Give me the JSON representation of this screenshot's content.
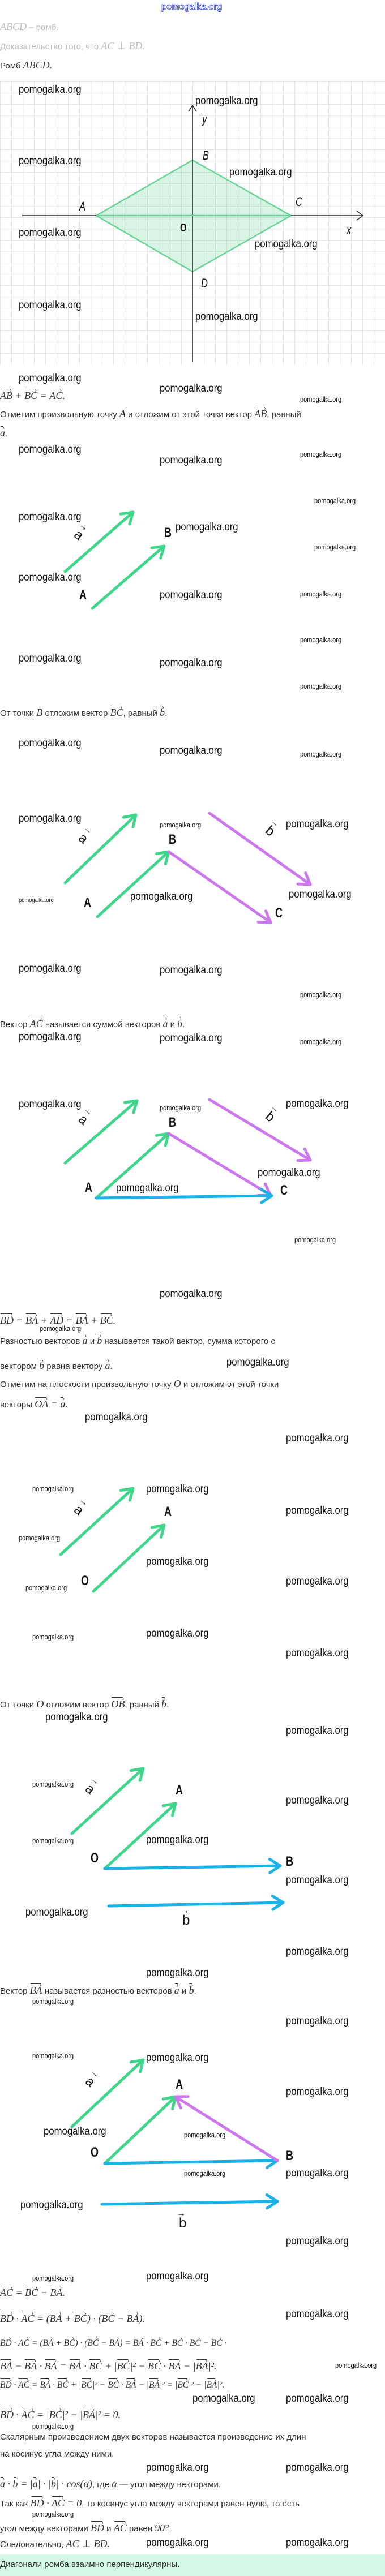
{
  "watermark": "pomogalka.org",
  "colors": {
    "green": "#3fd68c",
    "purple": "#cc77ee",
    "blue": "#1ab3e8",
    "conclusion_bg": "#d5f7e6"
  },
  "labels": {
    "A": "A",
    "B": "B",
    "C": "C",
    "D": "D",
    "O": "O",
    "x": "x",
    "y": "y",
    "a": "a",
    "b": "b",
    "arrow": "→"
  },
  "lines": [
    {
      "segs": [
        {
          "m": "ABCD"
        },
        {
          "t": " – ромб."
        }
      ]
    },
    {
      "segs": [
        {
          "t": "Доказательство того, что "
        },
        {
          "m": "AC ⊥ BD."
        }
      ]
    },
    {
      "segs": [
        {
          "t": "Ромб "
        },
        {
          "m": "ABCD."
        }
      ]
    },
    {
      "segs": [
        {
          "v": "AB"
        },
        {
          "m": " + "
        },
        {
          "v": "BC"
        },
        {
          "m": " = "
        },
        {
          "v": "AC"
        },
        {
          "m": "."
        }
      ]
    },
    {
      "segs": [
        {
          "t": "Отметим произвольную точку "
        },
        {
          "m": "A"
        },
        {
          "t": " и отложим от этой точки вектор "
        },
        {
          "v": "AB"
        },
        {
          "t": ", равный"
        }
      ]
    },
    {
      "segs": [
        {
          "v": "a"
        },
        {
          "t": "."
        }
      ]
    },
    {
      "segs": [
        {
          "t": "От точки "
        },
        {
          "m": "B"
        },
        {
          "t": " отложим вектор "
        },
        {
          "v": "BC"
        },
        {
          "t": ", равный "
        },
        {
          "v": "b"
        },
        {
          "t": "."
        }
      ]
    },
    {
      "segs": [
        {
          "t": "Вектор "
        },
        {
          "v": "AC"
        },
        {
          "t": " называется суммой векторов "
        },
        {
          "v": "a"
        },
        {
          "t": " и "
        },
        {
          "v": "b"
        },
        {
          "t": "."
        }
      ]
    },
    {
      "segs": [
        {
          "v": "BD"
        },
        {
          "m": " = "
        },
        {
          "v": "BA"
        },
        {
          "m": " + "
        },
        {
          "v": "AD"
        },
        {
          "m": " = "
        },
        {
          "v": "BA"
        },
        {
          "m": " + "
        },
        {
          "v": "BC"
        },
        {
          "m": "."
        }
      ]
    },
    {
      "segs": [
        {
          "t": "Разностью векторов "
        },
        {
          "v": "a"
        },
        {
          "t": " и "
        },
        {
          "v": "b"
        },
        {
          "t": " называется такой вектор, сумма которого с"
        }
      ]
    },
    {
      "segs": [
        {
          "t": "вектором "
        },
        {
          "v": "b"
        },
        {
          "t": " равна вектору "
        },
        {
          "v": "a"
        },
        {
          "t": "."
        }
      ]
    },
    {
      "segs": [
        {
          "t": "Отметим на плоскости произвольную точку "
        },
        {
          "m": "O"
        },
        {
          "t": " и отложим от этой точки"
        }
      ]
    },
    {
      "segs": [
        {
          "t": "векторы "
        },
        {
          "v": "OA"
        },
        {
          "m": " = "
        },
        {
          "v": "a"
        },
        {
          "m": "."
        }
      ]
    },
    {
      "segs": [
        {
          "t": "От точки "
        },
        {
          "m": "O"
        },
        {
          "t": " отложим вектор "
        },
        {
          "v": "OB"
        },
        {
          "t": ", равный "
        },
        {
          "v": "b"
        },
        {
          "t": "."
        }
      ]
    },
    {
      "segs": [
        {
          "t": "Вектор "
        },
        {
          "v": "BA"
        },
        {
          "t": " называется разностью векторов "
        },
        {
          "v": "a"
        },
        {
          "t": " и "
        },
        {
          "v": "b"
        },
        {
          "t": "."
        }
      ]
    },
    {
      "segs": [
        {
          "v": "AC"
        },
        {
          "m": " = "
        },
        {
          "v": "BC"
        },
        {
          "m": " − "
        },
        {
          "v": "BA"
        },
        {
          "m": "."
        }
      ]
    },
    {
      "segs": [
        {
          "v": "BD"
        },
        {
          "m": " · "
        },
        {
          "v": "AC"
        },
        {
          "m": " = ("
        },
        {
          "v": "BA"
        },
        {
          "m": " + "
        },
        {
          "v": "BC"
        },
        {
          "m": ") · ("
        },
        {
          "v": "BC"
        },
        {
          "m": " − "
        },
        {
          "v": "BA"
        },
        {
          "m": ")."
        }
      ]
    },
    {
      "segs": [
        {
          "v": "BD"
        },
        {
          "m": " · "
        },
        {
          "v": "AC"
        },
        {
          "m": " = ("
        },
        {
          "v": "BA"
        },
        {
          "m": " + "
        },
        {
          "v": "BC"
        },
        {
          "m": ") · ("
        },
        {
          "v": "BC"
        },
        {
          "m": " − "
        },
        {
          "v": "BA"
        },
        {
          "m": ") = "
        },
        {
          "v": "BA"
        },
        {
          "m": " · "
        },
        {
          "v": "BC"
        },
        {
          "m": " + "
        },
        {
          "v": "BC"
        },
        {
          "m": " · "
        },
        {
          "v": "BC"
        },
        {
          "m": " − "
        },
        {
          "v": "BC"
        },
        {
          "m": " ·"
        }
      ]
    },
    {
      "segs": [
        {
          "v": "BA"
        },
        {
          "m": " − "
        },
        {
          "v": "BA"
        },
        {
          "m": " · "
        },
        {
          "v": "BA"
        },
        {
          "m": " = "
        },
        {
          "v": "BA"
        },
        {
          "m": " · "
        },
        {
          "v": "BC"
        },
        {
          "m": " + |"
        },
        {
          "v": "BC"
        },
        {
          "m": "|² − "
        },
        {
          "v": "BC"
        },
        {
          "m": " · "
        },
        {
          "v": "BA"
        },
        {
          "m": " − |"
        },
        {
          "v": "BA"
        },
        {
          "m": "|²."
        }
      ]
    },
    {
      "segs": [
        {
          "v": "BD"
        },
        {
          "m": " · "
        },
        {
          "v": "AC"
        },
        {
          "m": " = "
        },
        {
          "v": "BA"
        },
        {
          "m": " · "
        },
        {
          "v": "BC"
        },
        {
          "m": " + |"
        },
        {
          "v": "BC"
        },
        {
          "m": "|² − "
        },
        {
          "v": "BC"
        },
        {
          "m": " · "
        },
        {
          "v": "BA"
        },
        {
          "m": " − |"
        },
        {
          "v": "BA"
        },
        {
          "m": "|² = |"
        },
        {
          "v": "BC"
        },
        {
          "m": "|² − |"
        },
        {
          "v": "BA"
        },
        {
          "m": "|²."
        }
      ]
    },
    {
      "segs": [
        {
          "v": "BD"
        },
        {
          "m": " · "
        },
        {
          "v": "AC"
        },
        {
          "m": " = |"
        },
        {
          "v": "BC"
        },
        {
          "m": "|² − |"
        },
        {
          "v": "BA"
        },
        {
          "m": "|² = 0."
        }
      ]
    },
    {
      "segs": [
        {
          "t": "Скалярным произведением двух векторов называется произведение их длин"
        }
      ]
    },
    {
      "segs": [
        {
          "t": "на косинус угла между ними."
        }
      ]
    },
    {
      "segs": [
        {
          "v": "a"
        },
        {
          "m": " · "
        },
        {
          "v": "b"
        },
        {
          "m": " = |"
        },
        {
          "v": "a"
        },
        {
          "m": "| · |"
        },
        {
          "v": "b"
        },
        {
          "m": "| · cos(α)"
        },
        {
          "t": ", где "
        },
        {
          "m": "α"
        },
        {
          "t": " — угол между векторами."
        }
      ]
    },
    {
      "segs": [
        {
          "t": "Так как "
        },
        {
          "v": "BD"
        },
        {
          "m": " · "
        },
        {
          "v": "AC"
        },
        {
          "m": " = 0"
        },
        {
          "t": ", то косинус угла между векторами равен нулю, то есть"
        }
      ]
    },
    {
      "segs": [
        {
          "t": "угол между векторами "
        },
        {
          "v": "BD"
        },
        {
          "t": " и "
        },
        {
          "v": "AC"
        },
        {
          "t": " равен "
        },
        {
          "m": "90°"
        },
        {
          "t": "."
        }
      ]
    },
    {
      "segs": [
        {
          "t": "Следовательно, "
        },
        {
          "m": "AC ⊥ BD."
        }
      ]
    }
  ],
  "conclusion": "Диагонали ромба взаимно перпендикулярны."
}
